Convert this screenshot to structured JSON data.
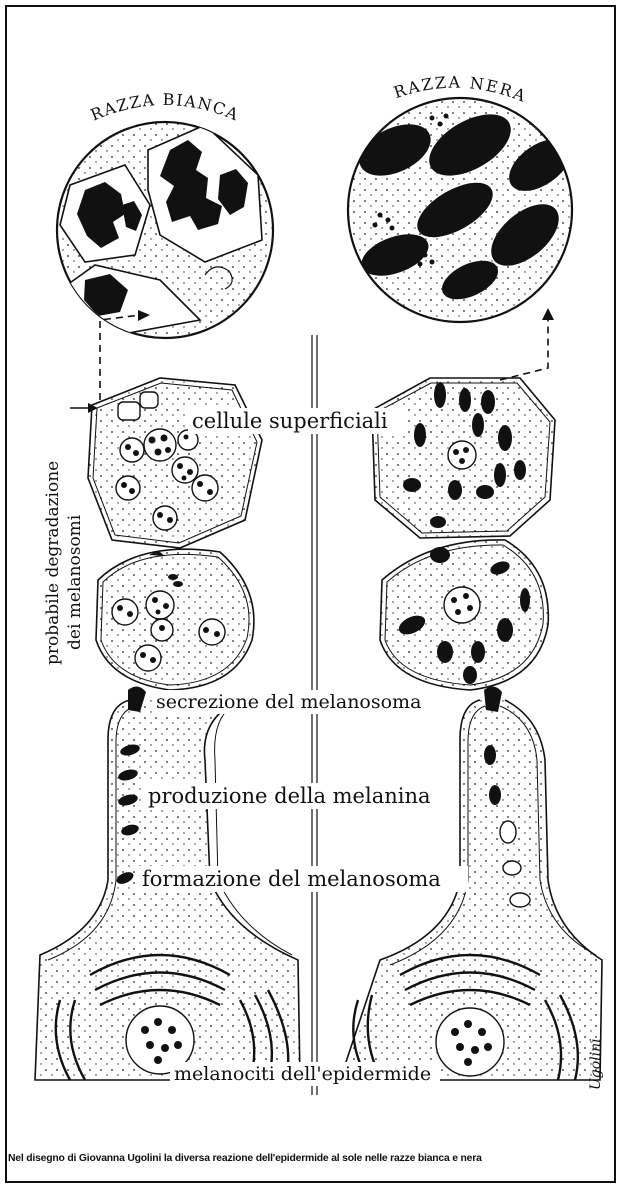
{
  "labels": {
    "razza_bianca": "RAZZA BIANCA",
    "razza_nera": "RAZZA NERA",
    "cellule_superficiali": "cellule superficiali",
    "probabile_degradazione": "probabile degradazione",
    "dei_melanosomi": "dei melanosomi",
    "secrezione": "secrezione del melanosoma",
    "produzione": "produzione della melanina",
    "formazione": "formazione del melanosoma",
    "melanociti": "melanociti dell'epidermide",
    "signature": "Ugolini"
  },
  "caption": "Nel disegno di Giovanna Ugolini la diversa reazione dell'epidermide al sole nelle razze bianca e nera"
}
